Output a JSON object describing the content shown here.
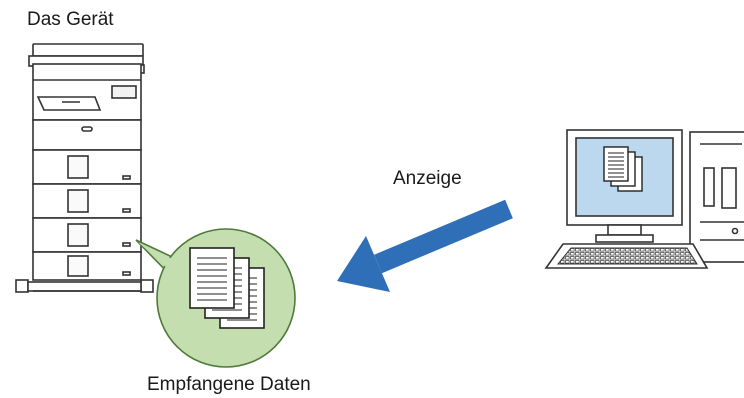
{
  "labels": {
    "device": "Das Gerät",
    "arrow": "Anzeige",
    "received_data": "Empfangene Daten"
  },
  "colors": {
    "arrow": "#2f6fb7",
    "bubble_fill": "#c4deaf",
    "bubble_stroke": "#4e7a3a",
    "screen": "#bcd8ee",
    "device_body": "#ffffff",
    "outline": "#333333"
  },
  "icons": {
    "device": "multifunction-printer-icon",
    "computer": "desktop-computer-icon",
    "documents": "documents-stack-icon",
    "arrow": "arrow-left-icon"
  }
}
